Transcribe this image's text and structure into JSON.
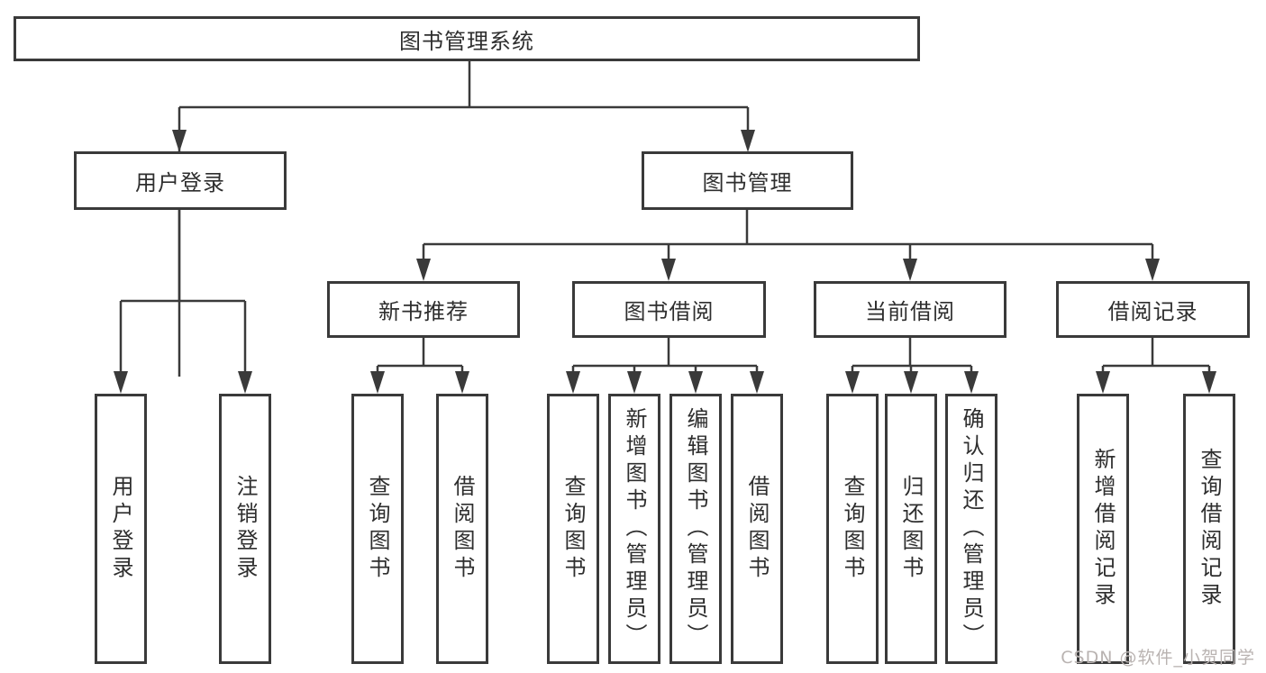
{
  "diagram": {
    "root": {
      "label": "图书管理系统"
    },
    "level2": [
      {
        "label": "用户登录"
      },
      {
        "label": "图书管理"
      }
    ],
    "level3": [
      {
        "label": "新书推荐"
      },
      {
        "label": "图书借阅"
      },
      {
        "label": "当前借阅"
      },
      {
        "label": "借阅记录"
      }
    ],
    "leaves": {
      "login": [
        {
          "label": "用户登录"
        },
        {
          "label": "注销登录"
        }
      ],
      "recommend": [
        {
          "label": "查询图书"
        },
        {
          "label": "借阅图书"
        }
      ],
      "borrow": [
        {
          "label": "查询图书"
        },
        {
          "label": "新增图书（管理员）"
        },
        {
          "label": "编辑图书（管理员）"
        },
        {
          "label": "借阅图书"
        }
      ],
      "current": [
        {
          "label": "查询图书"
        },
        {
          "label": "归还图书"
        },
        {
          "label": "确认归还（管理员）"
        }
      ],
      "records": [
        {
          "label": "新增借阅记录"
        },
        {
          "label": "查询借阅记录"
        }
      ]
    }
  },
  "watermark": {
    "text": "CSDN @软件_小贺同学",
    "color": "#b9b3b1"
  },
  "colors": {
    "line": "#3a3a3a",
    "text": "#2e2e2e",
    "box_background": "#ffffff",
    "page_background": "#ffffff"
  }
}
